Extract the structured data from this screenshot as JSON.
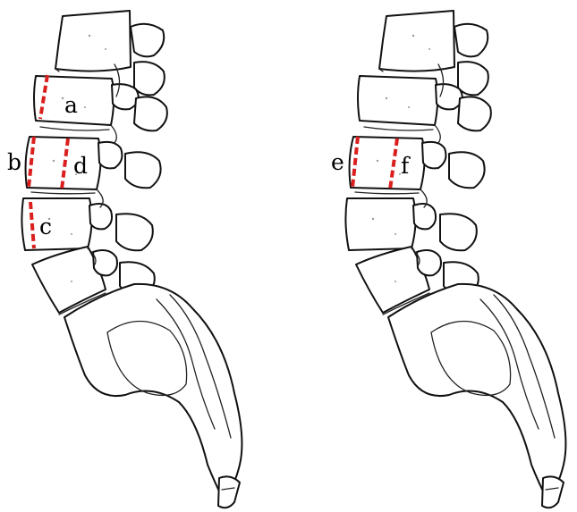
{
  "colors": {
    "background": "#ffffff",
    "outline": "#111111",
    "measurement_line": "#d9201f"
  },
  "left_panel": {
    "labels": {
      "a": "a",
      "b": "b",
      "c": "c",
      "d": "d"
    }
  },
  "right_panel": {
    "labels": {
      "e": "e",
      "f": "f"
    }
  }
}
